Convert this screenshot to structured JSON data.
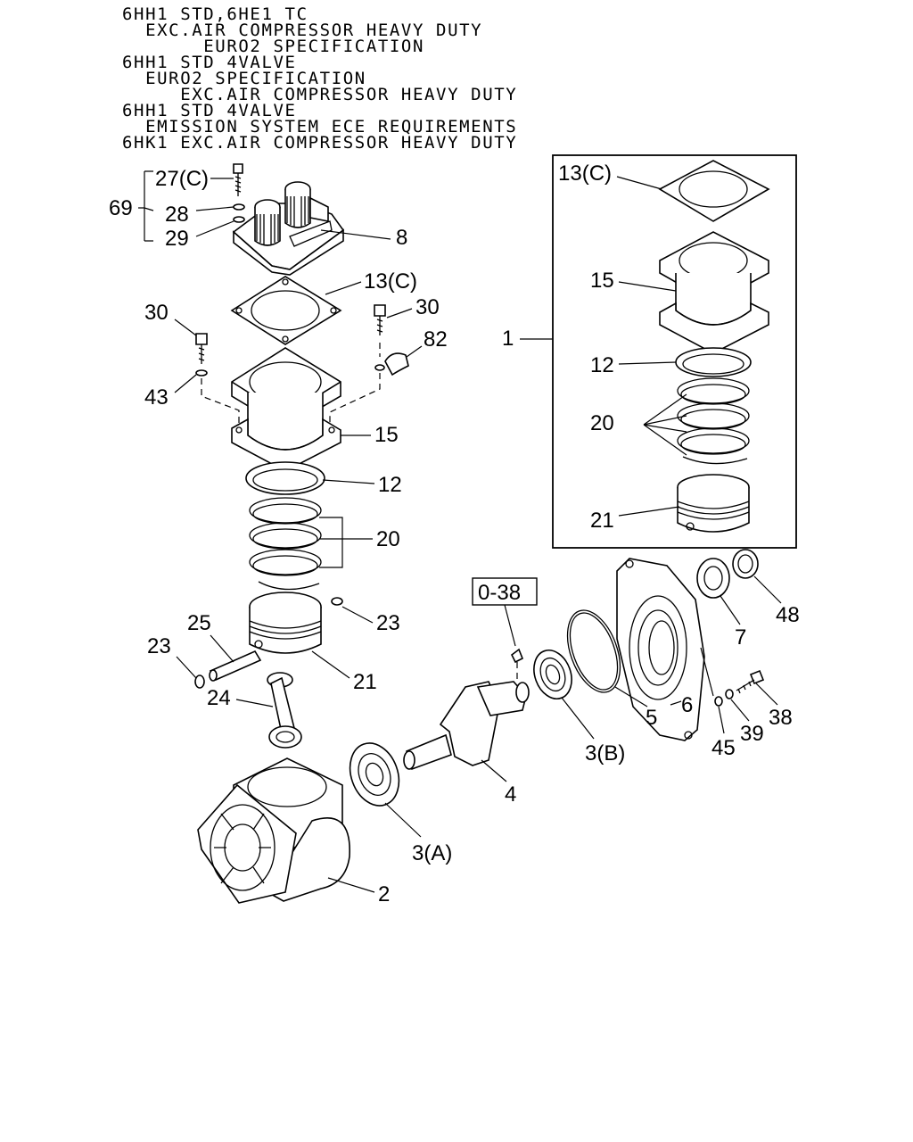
{
  "header_lines": [
    "6HH1 STD,6HE1 TC",
    "  EXC.AIR COMPRESSOR HEAVY DUTY",
    "       EURO2 SPECIFICATION",
    "6HH1 STD 4VALVE",
    "  EURO2 SPECIFICATION",
    "     EXC.AIR COMPRESSOR HEAVY DUTY",
    "6HH1 STD 4VALVE",
    "  EMISSION SYSTEM ECE REQUIREMENTS",
    "6HK1 EXC.AIR COMPRESSOR HEAVY DUTY"
  ],
  "callouts": {
    "p27c": "27(C)",
    "p69": "69",
    "p28": "28",
    "p29": "29",
    "p8": "8",
    "p13c_main": "13(C)",
    "p30_left": "30",
    "p30_right": "30",
    "p82": "82",
    "p43": "43",
    "p15_main": "15",
    "p12_main": "12",
    "p20_main": "20",
    "p23_right": "23",
    "p25": "25",
    "p23_left": "23",
    "p21_main": "21",
    "p24": "24",
    "p2": "2",
    "p1": "1",
    "p13c_box": "13(C)",
    "p15_box": "15",
    "p12_box": "12",
    "p20_box": "20",
    "p21_box": "21",
    "p038": "0-38",
    "p48": "48",
    "p7": "7",
    "p6": "6",
    "p5": "5",
    "p3b": "3(B)",
    "p45": "45",
    "p39": "39",
    "p38": "38",
    "p4": "4",
    "p3a": "3(A)"
  }
}
